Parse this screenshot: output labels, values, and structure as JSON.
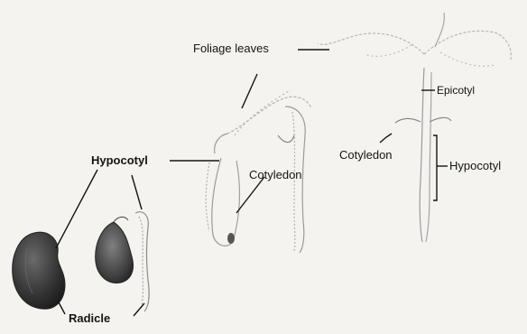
{
  "labels": {
    "foliage_leaves": "Foliage leaves",
    "epicotyl": "Epicotyl",
    "hypocotyl_left": "Hypocotyl",
    "cotyledon_middle": "Cotyledon",
    "cotyledon_right": "Cotyledon",
    "hypocotyl_right": "Hypocotyl",
    "radicle": "Radicle"
  },
  "colors": {
    "background": "#f4f3f0",
    "ink": "#141414",
    "seed_dark": "#2e2e2e",
    "plant_sketch": "#8c8c8c"
  }
}
